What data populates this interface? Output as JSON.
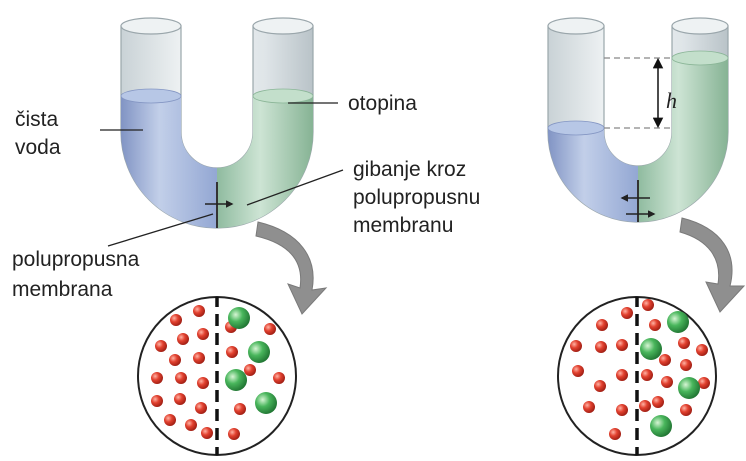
{
  "labels": {
    "pure_water_line1": "čista",
    "pure_water_line2": "voda",
    "solution": "otopina",
    "movement_line1": "gibanje kroz",
    "movement_line2": "polupropusnu",
    "movement_line3": "membranu",
    "membrane_line1": "polupropusna",
    "membrane_line2": "membrana",
    "height": "h"
  },
  "colors": {
    "water": "#9fb3d9",
    "solution": "#a6cbb3",
    "tube_glass": "#e6ecee",
    "water_molecule": "#d6372a",
    "solute_molecule": "#3fae54",
    "zoom_arrow": "#8d8d8d"
  },
  "icons": [
    "molecule-icon",
    "solute-particle-icon",
    "flow-arrow-icon",
    "zoom-arrow-icon"
  ]
}
